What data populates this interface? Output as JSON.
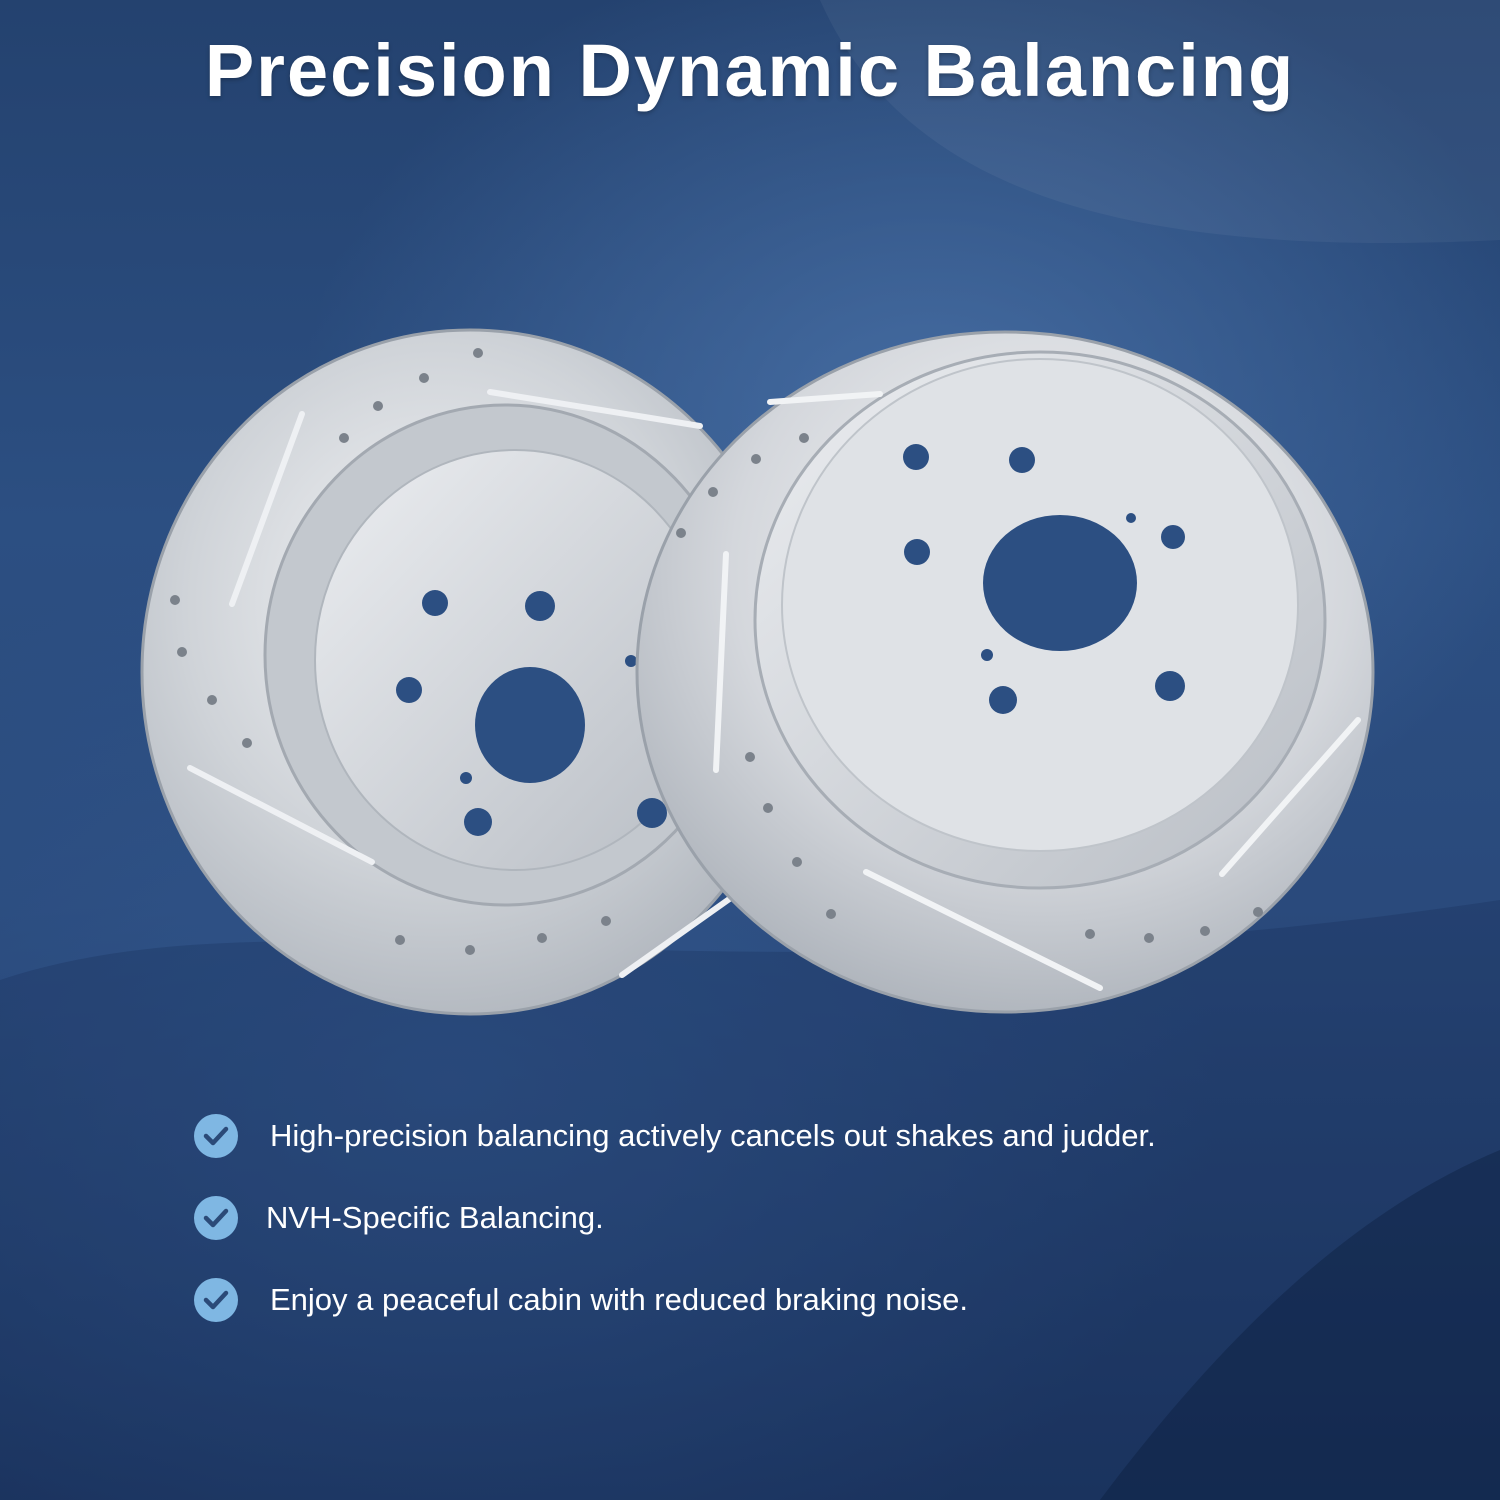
{
  "title": "Precision Dynamic Balancing",
  "features": [
    {
      "text": "High-precision balancing actively cancels out shakes and judder.",
      "icon": "check-circle-icon"
    },
    {
      "text": "NVH-Specific Balancing.",
      "icon": "check-circle-icon"
    },
    {
      "text": "Enjoy a peaceful cabin with reduced braking noise.",
      "icon": "check-circle-icon"
    }
  ],
  "colors": {
    "background": "#2a4a7c",
    "accent": "#7fb7e3",
    "text": "#ffffff",
    "rotor": "#c9cdd3"
  }
}
